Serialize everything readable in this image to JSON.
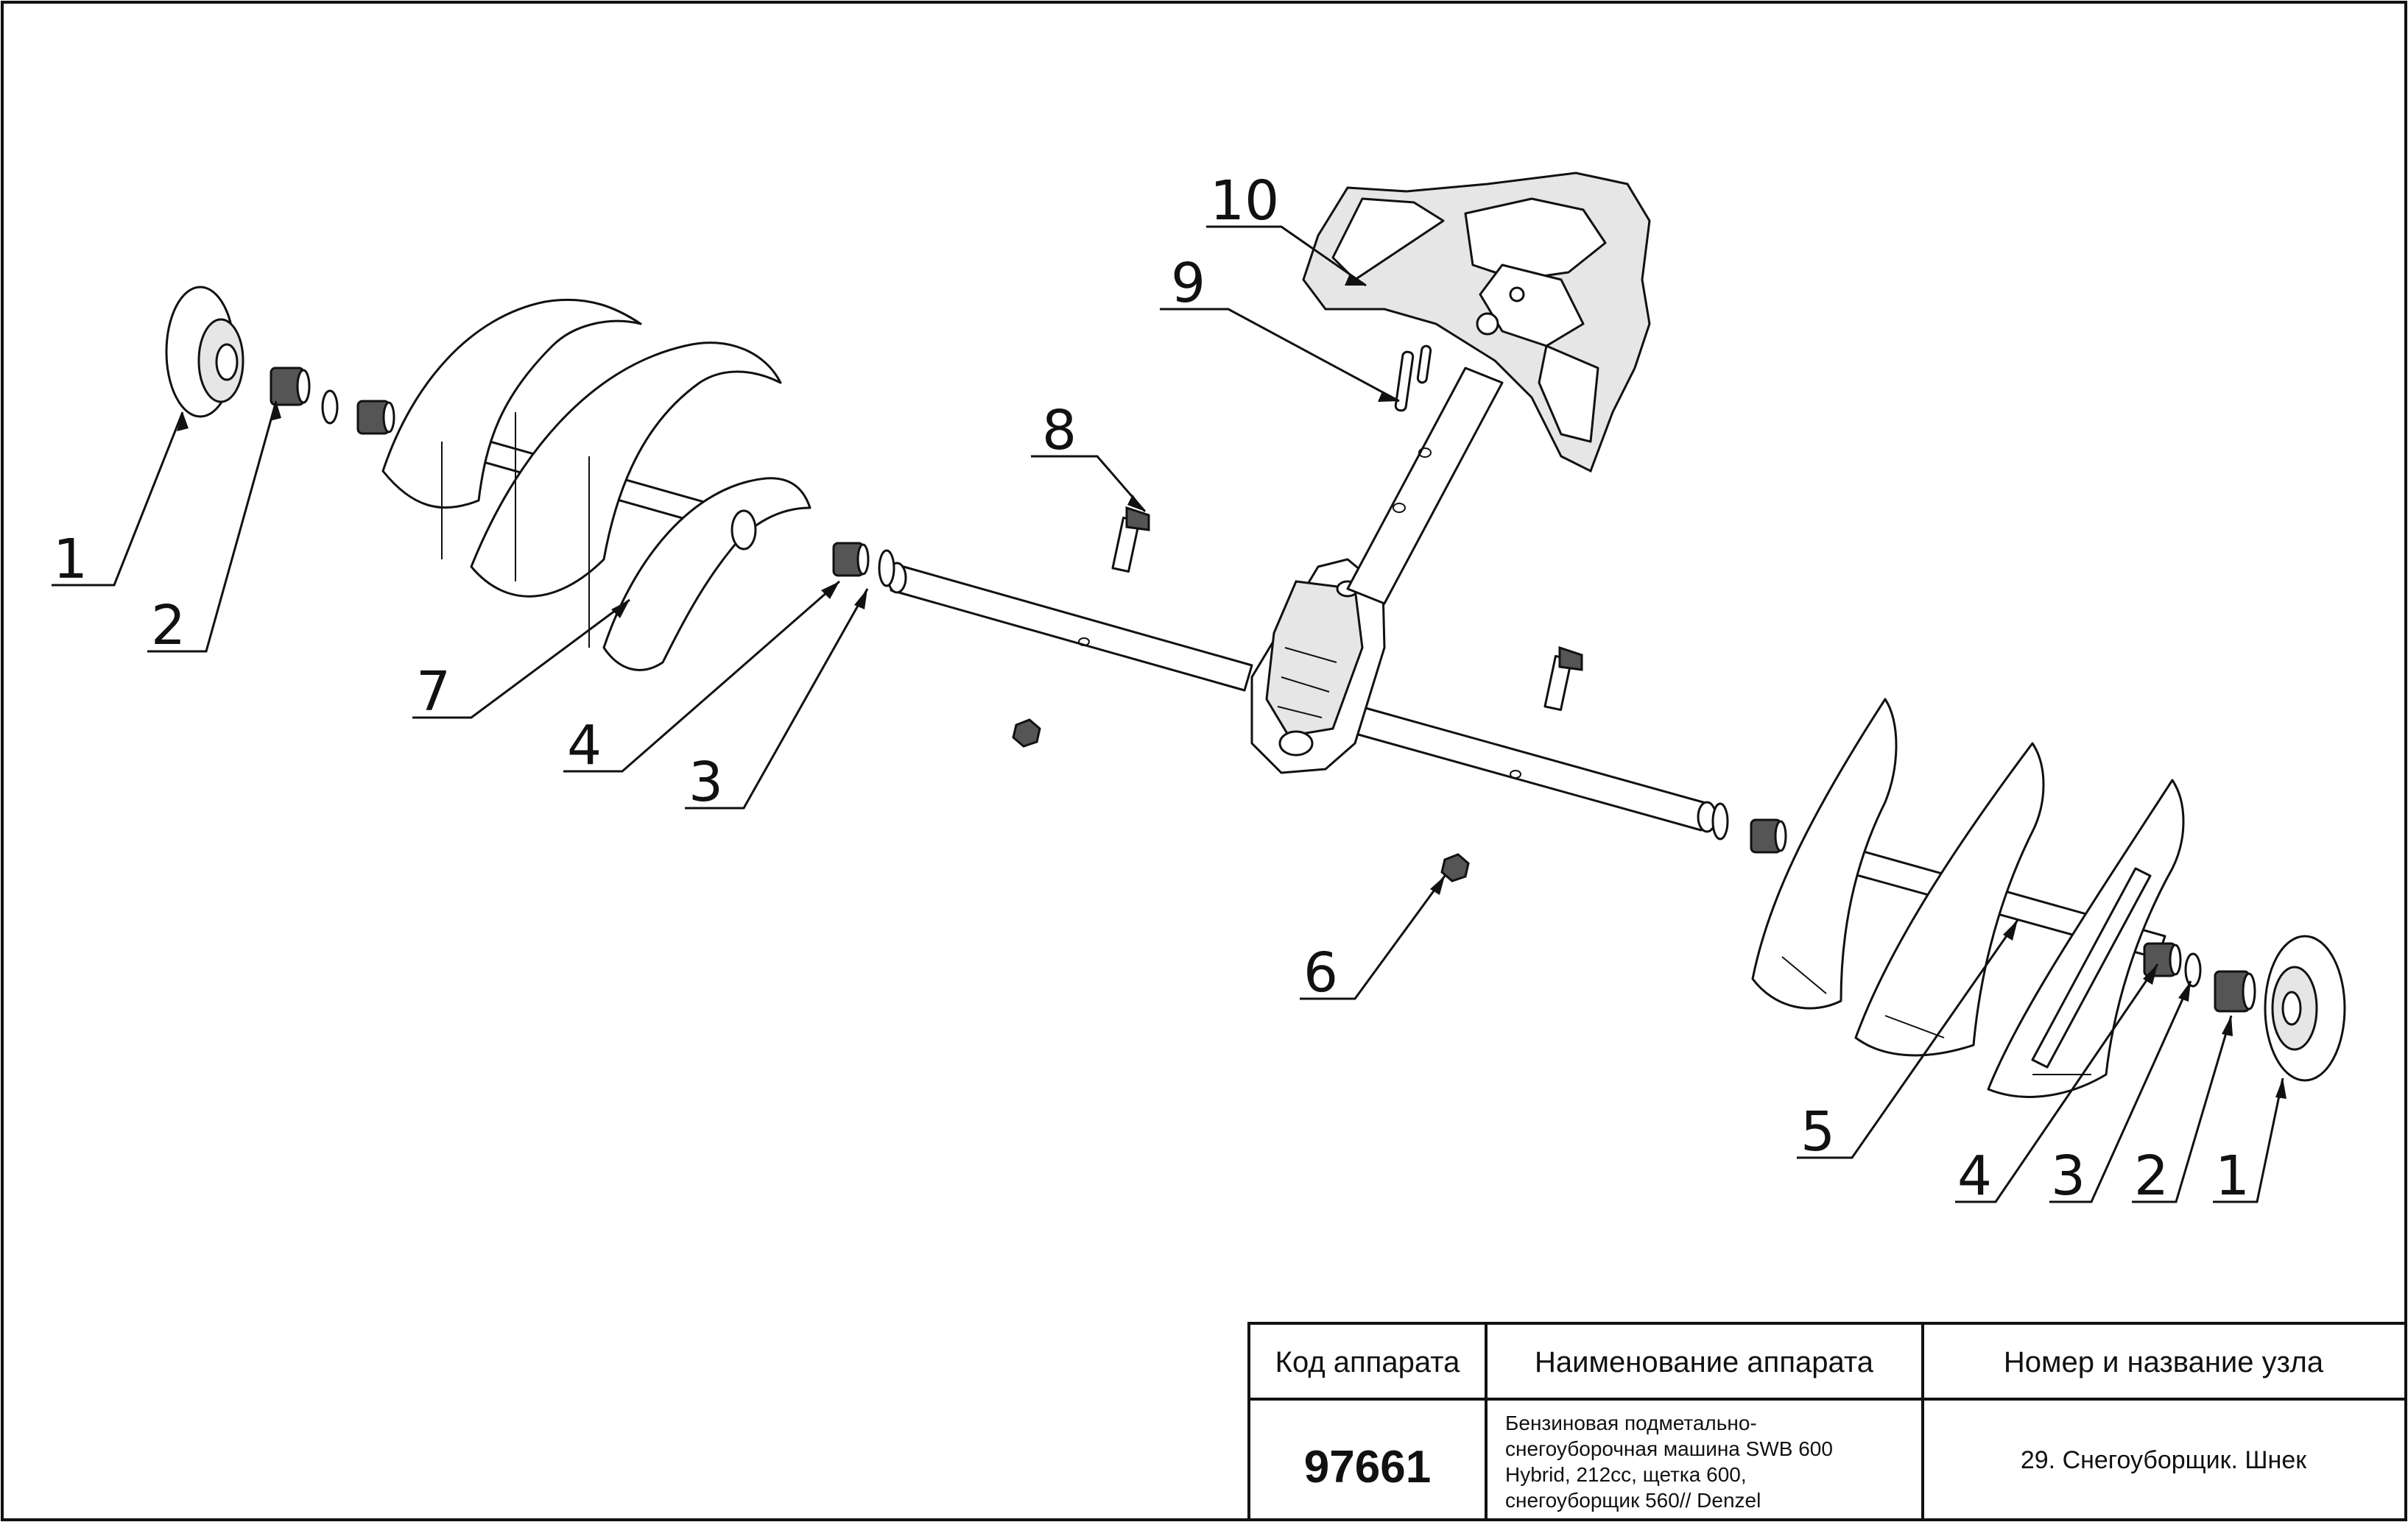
{
  "callouts": [
    {
      "id": "c1-left",
      "label": "1"
    },
    {
      "id": "c2-left",
      "label": "2"
    },
    {
      "id": "c7",
      "label": "7"
    },
    {
      "id": "c4-left",
      "label": "4"
    },
    {
      "id": "c3-left",
      "label": "3"
    },
    {
      "id": "c8",
      "label": "8"
    },
    {
      "id": "c10",
      "label": "10"
    },
    {
      "id": "c9",
      "label": "9"
    },
    {
      "id": "c6",
      "label": "6"
    },
    {
      "id": "c5",
      "label": "5"
    },
    {
      "id": "c4-right",
      "label": "4"
    },
    {
      "id": "c3-right",
      "label": "3"
    },
    {
      "id": "c2-right",
      "label": "2"
    },
    {
      "id": "c1-right",
      "label": "1"
    }
  ],
  "title_block": {
    "col1_header": "Код аппарата",
    "col2_header": "Наименование аппарата",
    "col3_header": "Номер и название узла",
    "code": "97661",
    "name_lines": [
      "Бензиновая подметально-",
      "снегоуборочная машина SWB 600",
      "Hybrid, 212cc, щетка 600,",
      "снегоуборщик 560// Denzel"
    ],
    "unit": "29. Снегоуборщик. Шнек"
  }
}
